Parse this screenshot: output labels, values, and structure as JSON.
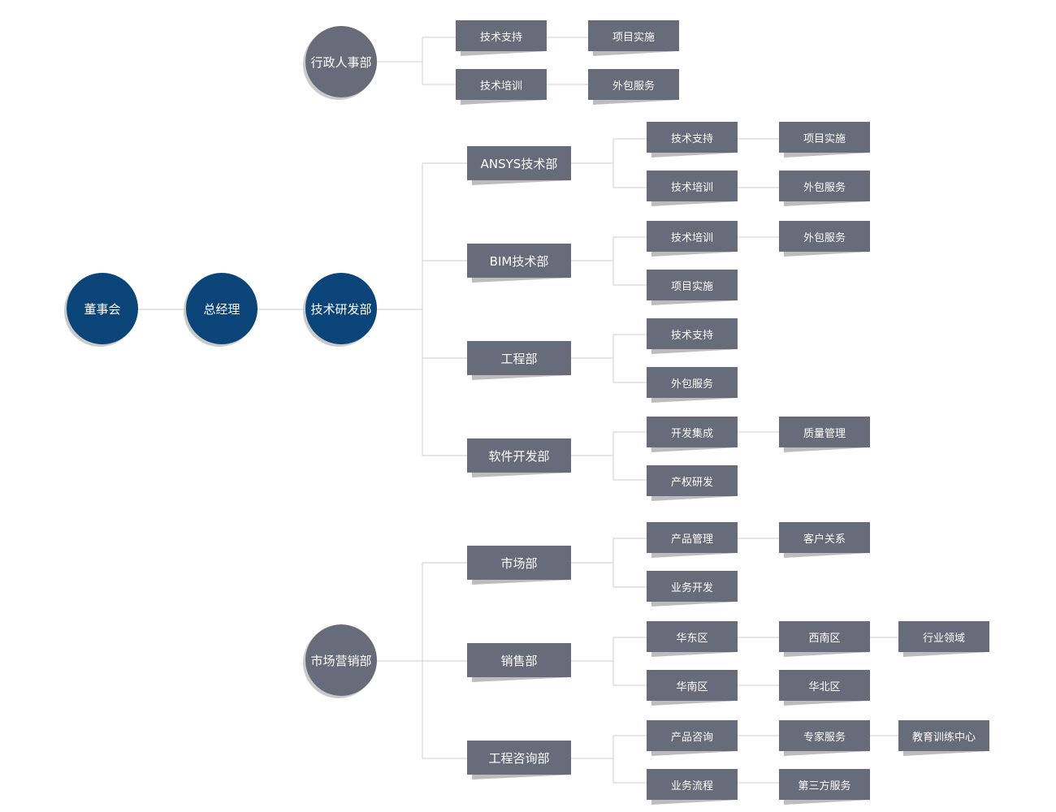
{
  "org": {
    "board": "董事会",
    "gm": "总经理",
    "admin_dept": {
      "name": "行政人事部",
      "row1": [
        "技术支持",
        "项目实施"
      ],
      "row2": [
        "技术培训",
        "外包服务"
      ]
    },
    "tech_dept": {
      "name": "技术研发部",
      "ansys": {
        "name": "ANSYS技术部",
        "row1": [
          "技术支持",
          "项目实施"
        ],
        "row2": [
          "技术培训",
          "外包服务"
        ]
      },
      "bim": {
        "name": "BIM技术部",
        "row1": [
          "技术培训",
          "外包服务"
        ],
        "row2": [
          "项目实施"
        ]
      },
      "eng": {
        "name": "工程部",
        "row1": [
          "技术支持"
        ],
        "row2": [
          "外包服务"
        ]
      },
      "soft": {
        "name": "软件开发部",
        "row1": [
          "开发集成",
          "质量管理"
        ],
        "row2": [
          "产权研发"
        ]
      }
    },
    "market_dept": {
      "name": "市场营销部",
      "market": {
        "name": "市场部",
        "row1": [
          "产品管理",
          "客户关系"
        ],
        "row2": [
          "业务开发"
        ]
      },
      "sales": {
        "name": "销售部",
        "row1": [
          "华东区",
          "西南区",
          "行业领域"
        ],
        "row2": [
          "华南区",
          "华北区"
        ]
      },
      "consult": {
        "name": "工程咨询部",
        "row1": [
          "产品咨询",
          "专家服务",
          "教育训练中心"
        ],
        "row2": [
          "业务流程",
          "第三方服务"
        ]
      }
    }
  },
  "colors": {
    "primary": "#0a4478",
    "node": "#686c7a",
    "line": "#cccccc",
    "shadow": "#bcbcbc"
  }
}
